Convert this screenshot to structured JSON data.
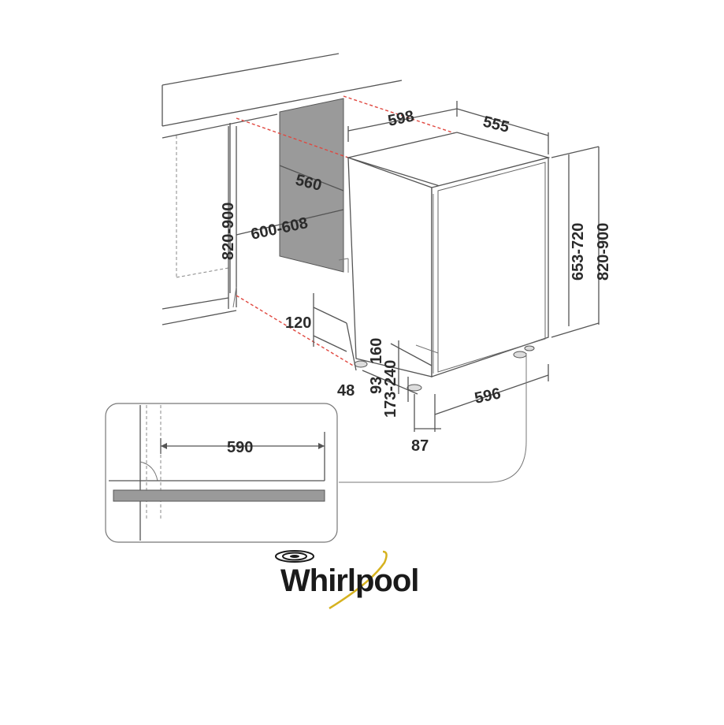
{
  "diagram": {
    "dimensions": {
      "width_top": "598",
      "depth_top": "555",
      "niche_depth": "560",
      "niche_width": "600-608",
      "niche_height": "820-900",
      "appliance_height": "653-720",
      "total_height": "820-900",
      "plinth_120": "120",
      "foot_160": "160",
      "range_173_240": "173-240",
      "foot_93": "93",
      "foot_48": "48",
      "base_width": "596",
      "base_87": "87",
      "detail_590": "590"
    },
    "brand": {
      "name": "Whirlpool",
      "accent": "#d6b21f"
    }
  }
}
